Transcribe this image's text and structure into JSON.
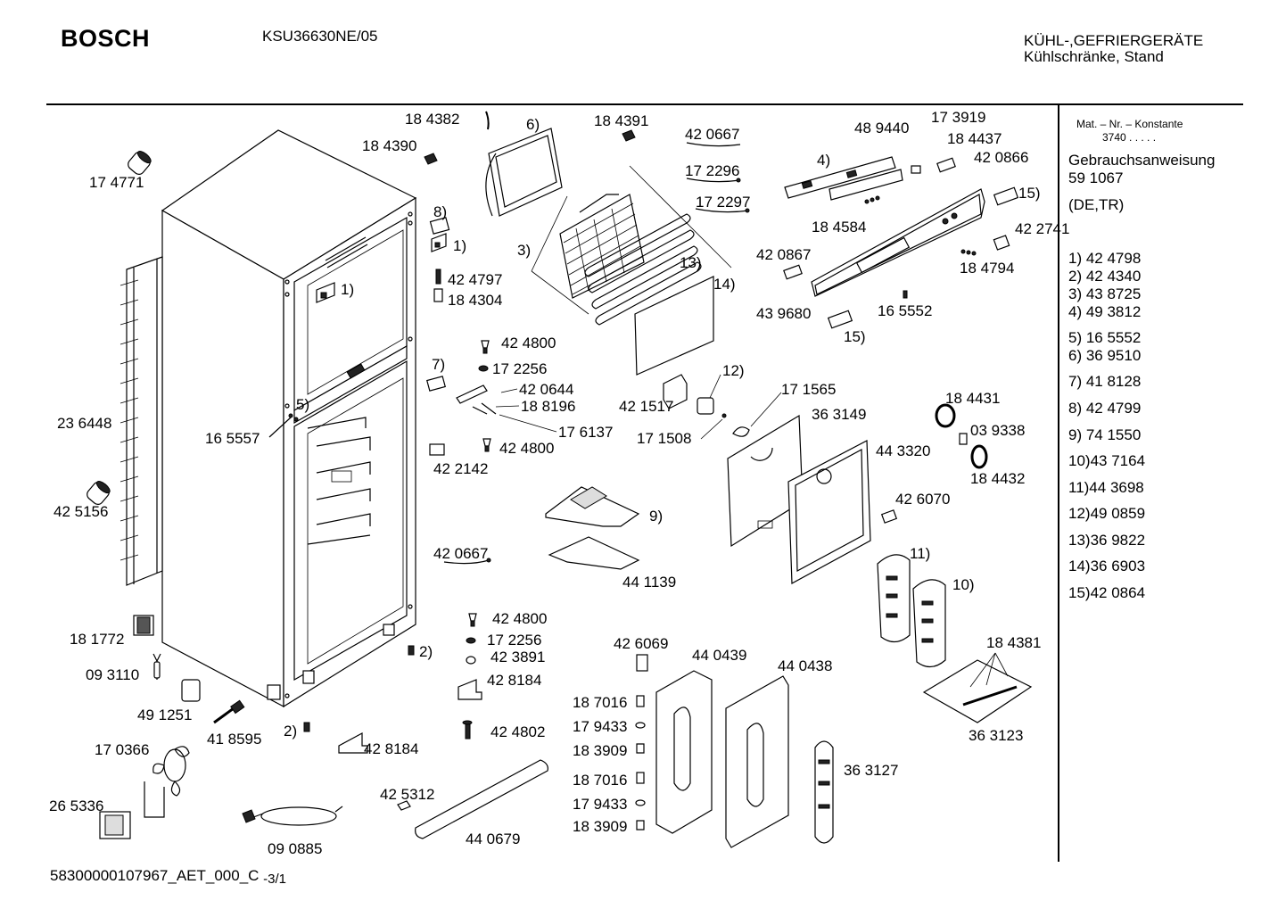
{
  "header": {
    "brand": "BOSCH",
    "model": "KSU36630NE/05",
    "category_line1": "KÜHL-,GEFRIERGERÄTE",
    "category_line2": "Kühlschränke, Stand"
  },
  "sidebar": {
    "mat_label": "Mat. – Nr. – Konstante",
    "mat_value": "3740  .  .  .  .  .",
    "manual_label": "Gebrauchsanweisung",
    "manual_number": "59 1067",
    "languages": "(DE,TR)",
    "parts": [
      "1)  42 4798",
      "2)  42 4340",
      "3)  43 8725",
      "4)  49 3812",
      "5)  16 5552",
      "6)  36 9510",
      "7)  41 8128",
      "8)  42 4799",
      "9)  74 1550",
      "10)43 7164",
      "11)44 3698",
      "12)49 0859",
      "13)36 9822",
      "14)36 6903",
      "15)42 0864"
    ]
  },
  "callouts": [
    "17 4771",
    "23 6448",
    "42 5156",
    "18 1772",
    "09 3110",
    "49 1251",
    "41 8595",
    "17 0366",
    "26 5336",
    "09 0885",
    "16 5557",
    "18 4382",
    "18 4390",
    "18 4391",
    "42 0667",
    "17 2296",
    "17 2297",
    "48 9440",
    "17 3919",
    "18 4437",
    "42 0866",
    "18 4584",
    "42 2741",
    "18 4794",
    "42 0867",
    "43 9680",
    "16 5552",
    "42 4797",
    "18 4304",
    "42 4800",
    "17 2256",
    "42 0644",
    "18 8196",
    "17 6137",
    "42 4800",
    "42 2142",
    "42 1517",
    "17 1508",
    "17 1565",
    "36 3149",
    "18 4431",
    "03 9338",
    "44 3320",
    "18 4432",
    "42 6070",
    "42 0667",
    "44 1139",
    "42 4800",
    "17 2256",
    "42 3891",
    "42 8184",
    "42 4802",
    "42 8184",
    "42 5312",
    "44 0679",
    "42 6069",
    "44 0439",
    "44 0438",
    "18 7016",
    "17 9433",
    "18 3909",
    "18 7016",
    "17 9433",
    "18 3909",
    "36 3127",
    "18 4381",
    "36 3123"
  ],
  "refs": [
    "1)",
    "1)",
    "2)",
    "2)",
    "3)",
    "4)",
    "5)",
    "6)",
    "7)",
    "8)",
    "9)",
    "10)",
    "11)",
    "12)",
    "13)",
    "14)",
    "15)",
    "15)"
  ],
  "footer": {
    "doc_id": "58300000107967_AET_000_C",
    "page": "-3/1"
  }
}
